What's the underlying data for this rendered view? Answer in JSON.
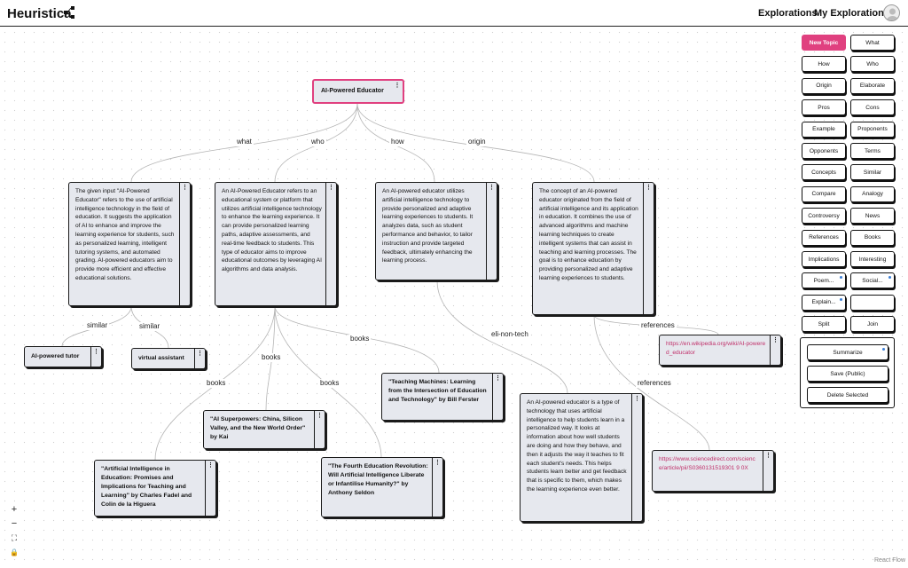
{
  "header": {
    "logo": "Heuristica",
    "nav": [
      "Explorations",
      "My Explorations"
    ]
  },
  "nodes": {
    "root": "AI-Powered Educator",
    "what": "The given input \"AI-Powered Educator\" refers to the use of artificial intelligence technology in the field of education. It suggests the application of AI to enhance and improve the learning experience for students, such as personalized learning, intelligent tutoring systems, and automated grading. AI-powered educators aim to provide more efficient and effective educational solutions.",
    "who": "An AI-Powered Educator refers to an educational system or platform that utilizes artificial intelligence technology to enhance the learning experience. It can provide personalized learning paths, adaptive assessments, and real-time feedback to students. This type of educator aims to improve educational outcomes by leveraging AI algorithms and data analysis.",
    "how": "An AI-powered educator utilizes artificial intelligence technology to provide personalized and adaptive learning experiences to students. It analyzes data, such as student performance and behavior, to tailor instruction and provide targeted feedback, ultimately enhancing the learning process.",
    "origin": "The concept of an AI-powered educator originated from the field of artificial intelligence and its application in education. It combines the use of advanced algorithms and machine learning techniques to create intelligent systems that can assist in teaching and learning processes. The goal is to enhance education by providing personalized and adaptive learning experiences to students.",
    "similar1": "AI-powered tutor",
    "similar2": "virtual assistant",
    "book_machines": "\"Teaching Machines: Learning from the Intersection of Education and Technology\" by Bill Ferster",
    "book_superpowers": "\"AI Superpowers: China, Silicon Valley, and the New World Order\" by Kai",
    "book_fadel": "\"Artificial Intelligence in Education: Promises and Implications for Teaching and Learning\" by Charles Fadel and Colin de la Higuera",
    "book_fourth": "\"The Fourth Education Revolution: Will Artificial Intelligence Liberate or Infantilise Humanity?\" by Anthony Seldon",
    "eli": "An AI-powered educator is a type of technology that uses artificial intelligence to help students learn in a personalized way. It looks at information about how well students are doing and how they behave, and then it adjusts the way it teaches to fit each student's needs. This helps students learn better and get feedback that is specific to them, which makes the learning experience even better.",
    "ref1": "https://en.wikipedia.org/wiki/AI-powered_educator",
    "ref2": "https://www.sciencedirect.com/science/article/pii/S0360131519301 9 0X"
  },
  "edge_labels": {
    "what": "what",
    "who": "who",
    "how": "how",
    "origin": "origin",
    "similar": "similar",
    "books": "books",
    "eli": "eli-non-tech",
    "references": "references"
  },
  "panel": {
    "buttons": [
      "New Topic",
      "What",
      "How",
      "Who",
      "Origin",
      "Elaborate",
      "Pros",
      "Cons",
      "Example",
      "Proponents",
      "Opponents",
      "Terms",
      "Concepts",
      "Similar",
      "Compare",
      "Analogy",
      "Controversy",
      "News",
      "References",
      "Books",
      "Implications",
      "Interesting",
      "Poem...",
      "Social...",
      "Explain...",
      "",
      "Split",
      "Join"
    ],
    "actions": [
      "Summarize",
      "Save (Public)",
      "Delete Selected"
    ]
  },
  "controls": {
    "zoom_in": "+",
    "zoom_out": "−",
    "fit": "⛶",
    "lock": "🔒"
  },
  "menu_glyph": "⋮",
  "attribution": "React Flow",
  "colors": {
    "accent": "#e0407f",
    "node_bg": "#e6e8ee",
    "link": "#c0306a",
    "badge": "#3d7fd6"
  }
}
